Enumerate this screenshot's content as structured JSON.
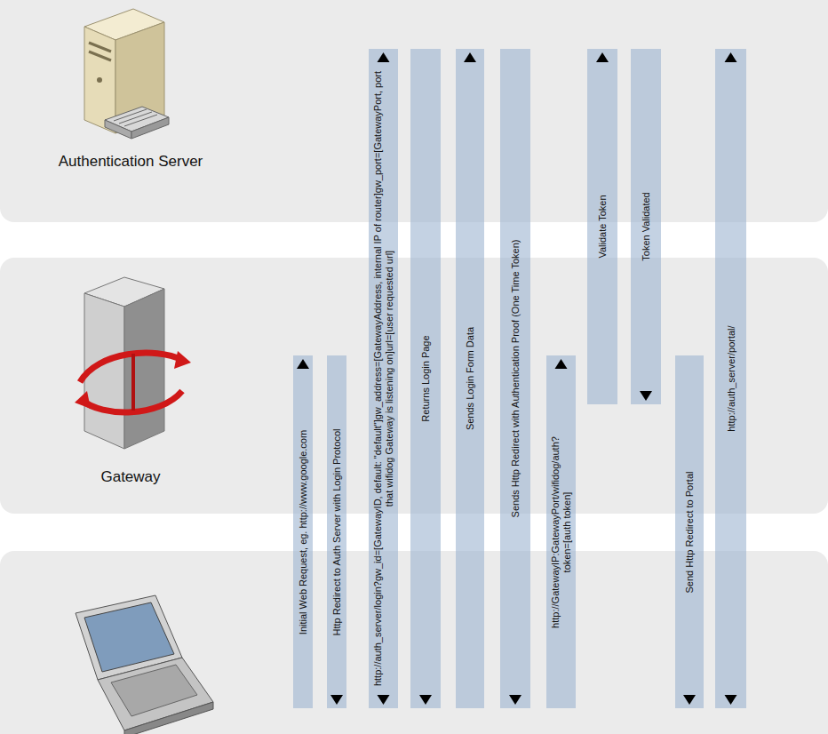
{
  "diagram": {
    "nodes": [
      {
        "text": [
          "Authentication Server"
        ]
      },
      {
        "text": [
          "Gateway"
        ]
      },
      {
        "text": [
          "Initial Web Request, eg. http://www.google.com"
        ]
      },
      {
        "text": [
          "Http Redirect to Auth Server with Login Protocol"
        ]
      },
      {
        "text": [
          "http://auth_server/login?gw_id=[GatewayID, default: \"default\"]gw_address=[GatewayAddress, internal IP of router]gw_port=[GatewayPort, port that wifidog Gateway is listening on]url=[user requested url]"
        ]
      },
      {
        "text": [
          "Returns Login Page"
        ]
      },
      {
        "text": [
          "Sends Login Form Data"
        ]
      },
      {
        "text": [
          "Sends Http Redirect with Authentication Proof (One Time Token)"
        ]
      },
      {
        "text": [
          "http://GatewayIP:GatewayPort/wifidog/auth? token=[auth token]"
        ]
      },
      {
        "text": [
          "Validate Token"
        ]
      },
      {
        "text": [
          "Token Validated"
        ]
      },
      {
        "text": [
          "Send Http Redirect to Portal"
        ]
      },
      {
        "text": [
          "http://auth_server/portal/"
        ]
      }
    ]
  }
}
